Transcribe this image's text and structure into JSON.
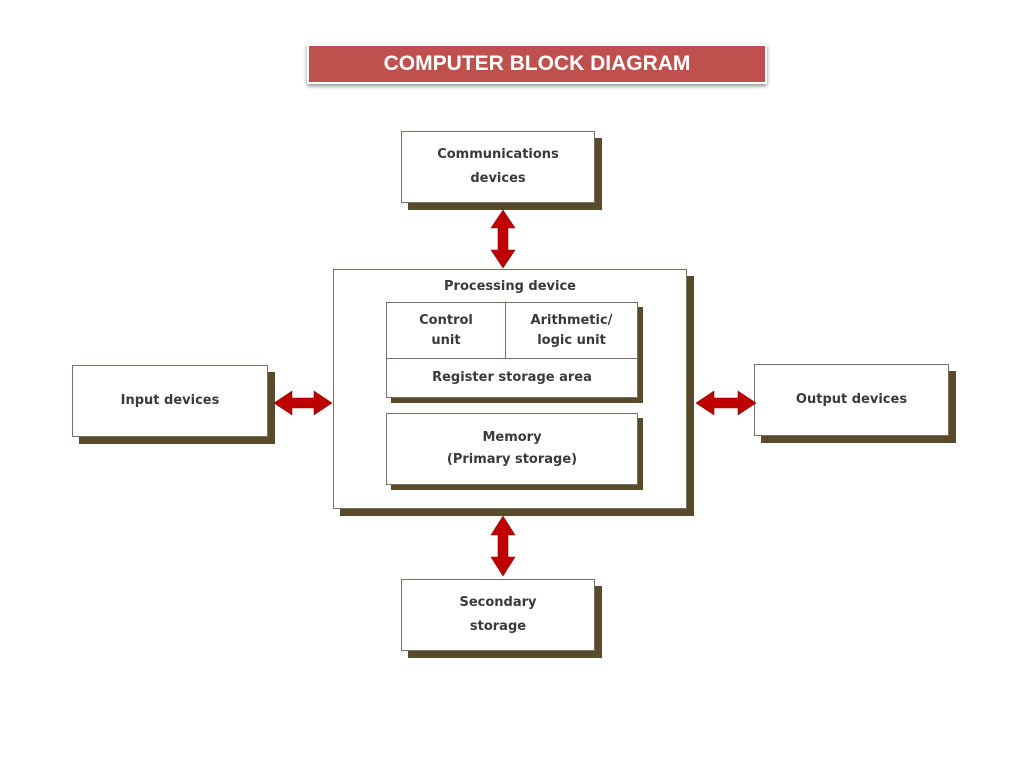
{
  "title": "COMPUTER BLOCK DIAGRAM",
  "colors": {
    "banner": "#c0504d",
    "arrow": "#c00000",
    "shadow": "#5a4a2c"
  },
  "blocks": {
    "communications": {
      "line1": "Communications",
      "line2": "devices"
    },
    "input": {
      "label": "Input devices"
    },
    "output": {
      "label": "Output devices"
    },
    "secondary": {
      "line1": "Secondary",
      "line2": "storage"
    },
    "processing": {
      "label": "Processing device",
      "control": {
        "line1": "Control",
        "line2": "unit"
      },
      "alu": {
        "line1": "Arithmetic/",
        "line2": "logic unit"
      },
      "register": "Register storage area",
      "memory": {
        "line1": "Memory",
        "line2": "(Primary storage)"
      }
    }
  }
}
